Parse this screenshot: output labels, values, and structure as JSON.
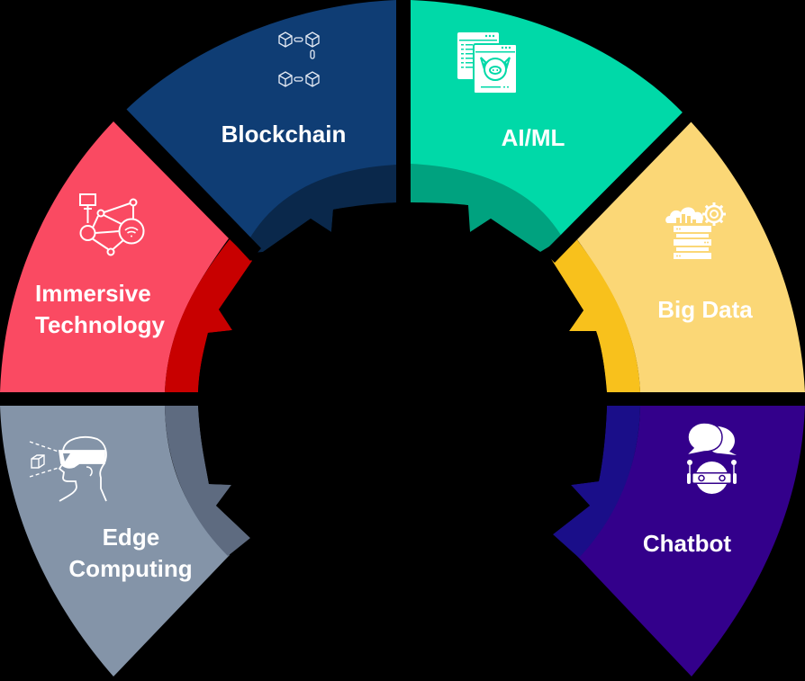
{
  "diagram": {
    "background": "#000000",
    "center_hub": {
      "color": "#000000",
      "style": "gear"
    },
    "segments": [
      {
        "id": "blockchain",
        "label_lines": [
          "Blockchain"
        ],
        "icon": "blockchain-icon",
        "color": "#0F3D74",
        "band_color": "#0A284B"
      },
      {
        "id": "ai-ml",
        "label_lines": [
          "AI/ML"
        ],
        "icon": "ai-ml-browser-icon",
        "color": "#00D9A8",
        "band_color": "#00A27F"
      },
      {
        "id": "big-data",
        "label_lines": [
          "Big Data"
        ],
        "icon": "big-data-server-cloud-icon",
        "color": "#FBD776",
        "band_color": "#F8C11C"
      },
      {
        "id": "chatbot",
        "label_lines": [
          "Chatbot"
        ],
        "icon": "chatbot-robot-icon",
        "color": "#33008B",
        "band_color": "#1A0E89"
      },
      {
        "id": "edge-computing",
        "label_lines": [
          "Edge",
          "Computing"
        ],
        "icon": "vr-headset-person-icon",
        "color": "#8494A8",
        "band_color": "#5E6B80"
      },
      {
        "id": "immersive-technology",
        "label_lines": [
          "Immersive",
          "Technology"
        ],
        "icon": "network-nodes-wifi-icon",
        "color": "#FA4A62",
        "band_color": "#C80000"
      }
    ]
  }
}
